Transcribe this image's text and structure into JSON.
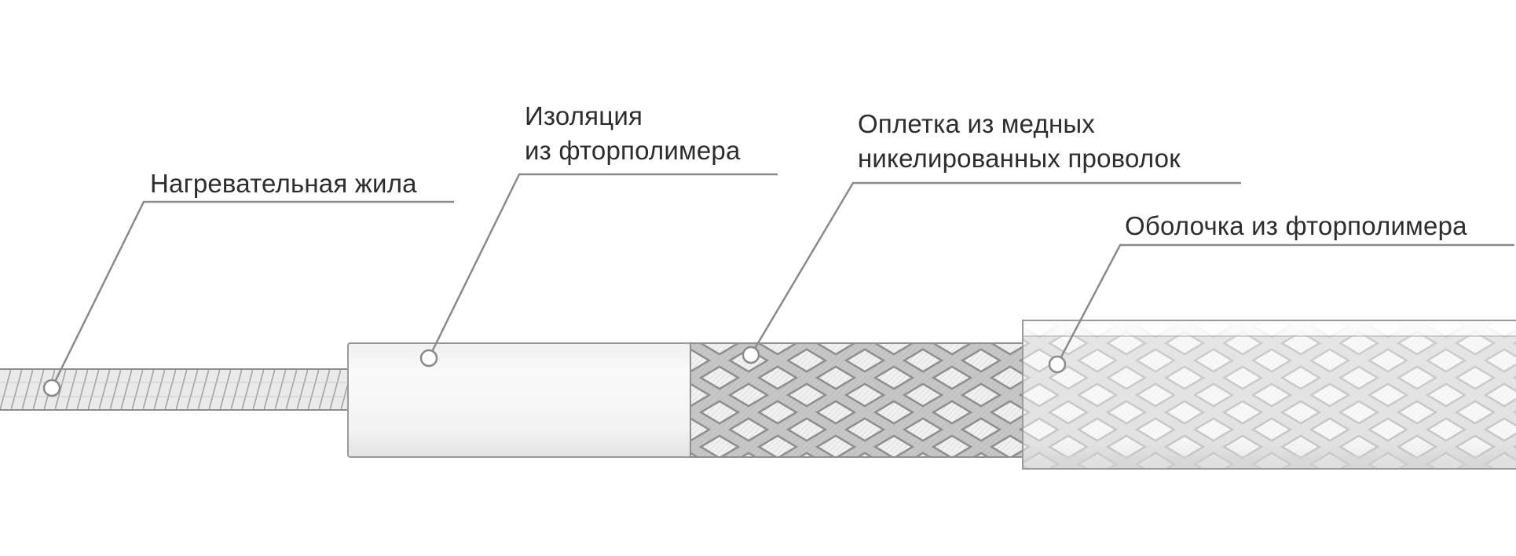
{
  "figure": {
    "labels": {
      "core": {
        "text": "Нагревательная жила"
      },
      "insulation": {
        "line1": "Изоляция",
        "line2": "из фторполимера"
      },
      "braid": {
        "line1": "Оплетка из медных",
        "line2": "никелированных проволок"
      },
      "jacket": {
        "text": "Оболочка из фторполимера"
      }
    },
    "colors": {
      "background": "#ffffff",
      "text": "#2d2d2d",
      "leader_line": "#8a8a8a",
      "cable_outline": "#9a9a9a",
      "core_fill": "#e9e9e9",
      "insulation_fill": "#f4f4f4",
      "braid_band": "#c7c7c7",
      "braid_band_edge": "#8e8e8e",
      "braid_gap": "#f1f1f1",
      "jacket_overlay": "#ffffff"
    },
    "markers": {
      "callout_marker": "white-circle-with-gray-ring"
    }
  }
}
